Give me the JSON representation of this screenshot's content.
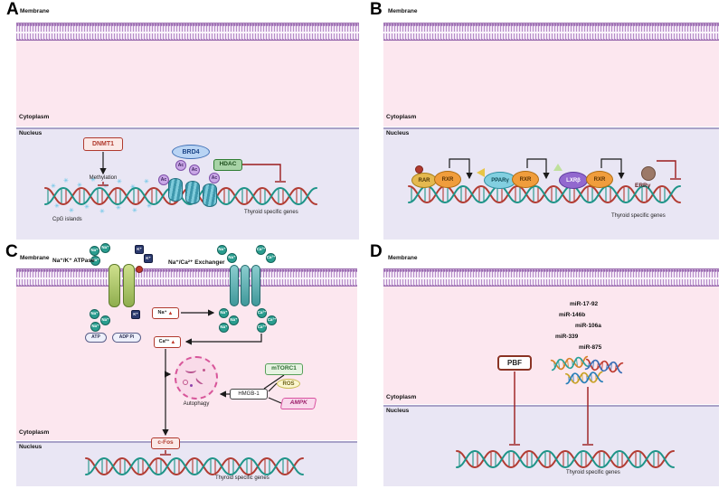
{
  "icons": {
    "cpg_island": "✳",
    "up_triangle": "▲"
  },
  "colors": {
    "cytoplasm": "#fce7ef",
    "nucleus": "#e9e6f4",
    "membrane": "#b68cc8",
    "dna_strand_1": "#b23c33",
    "dna_strand_2": "#1e9488",
    "inhibition": "#9b1c1c",
    "arrow": "#1a1a1a"
  },
  "panel_a": {
    "letter": "A",
    "membrane_label": "Membrane",
    "cytoplasm_label": "Cytoplasm",
    "nucleus_label": "Nucleus",
    "dnmt1": "DNMT1",
    "methylation": "Methylation",
    "cpg_islands": "CpG islands",
    "brd4": "BRD4",
    "ac": "Ac",
    "hdac": "HDAC",
    "genes": "Thyroid specific genes"
  },
  "panel_b": {
    "letter": "B",
    "membrane_label": "Membrane",
    "cytoplasm_label": "Cytoplasm",
    "nucleus_label": "Nucleus",
    "rar": "RAR",
    "rxr": "RXR",
    "pparg": "PPARγ",
    "lxrb": "LXRβ",
    "errg": "ERRγ",
    "genes": "Thyroid specific genes"
  },
  "panel_c": {
    "letter": "C",
    "membrane_label": "Membrane",
    "cytoplasm_label": "Cytoplasm",
    "nucleus_label": "Nucleus",
    "atpase_label": "Na⁺/K⁺ ATPase",
    "exchanger_label": "Na⁺/Ca²⁺ Exchanger",
    "na": "Na⁺",
    "k": "K⁺",
    "ca": "Ca²⁺",
    "atp": "ATP",
    "adp": "ADP Pi",
    "mtorc1": "mTORC1",
    "ros": "ROS",
    "hmgb1": "HMGB-1",
    "ampk": "AMPK",
    "autophagy": "Autophagy",
    "cfos": "c-Fos",
    "genes": "Thyroid specific genes"
  },
  "panel_d": {
    "letter": "D",
    "membrane_label": "Membrane",
    "cytoplasm_label": "Cytoplasm",
    "nucleus_label": "Nucleus",
    "pbf": "PBF",
    "mirnas": [
      "miR-17-92",
      "miR-146b",
      "miR-106a",
      "miR-339",
      "miR-875"
    ],
    "genes": "Thyroid specific genes"
  }
}
